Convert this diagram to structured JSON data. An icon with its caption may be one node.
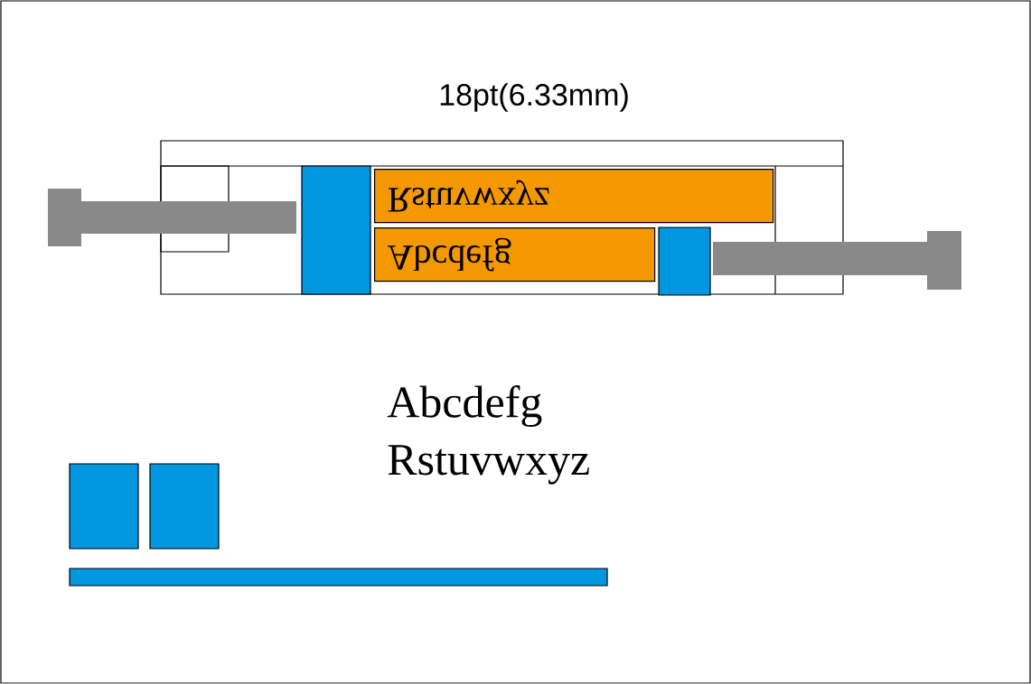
{
  "diagram": {
    "nodes": [
      {
        "text": [
          "Rstuvwxyz"
        ]
      },
      {
        "text": [
          "Abcdefg"
        ]
      }
    ],
    "labels": [
      "18pt(6.33mm)",
      "Abcdefg",
      "Rstuvwxyz"
    ]
  }
}
